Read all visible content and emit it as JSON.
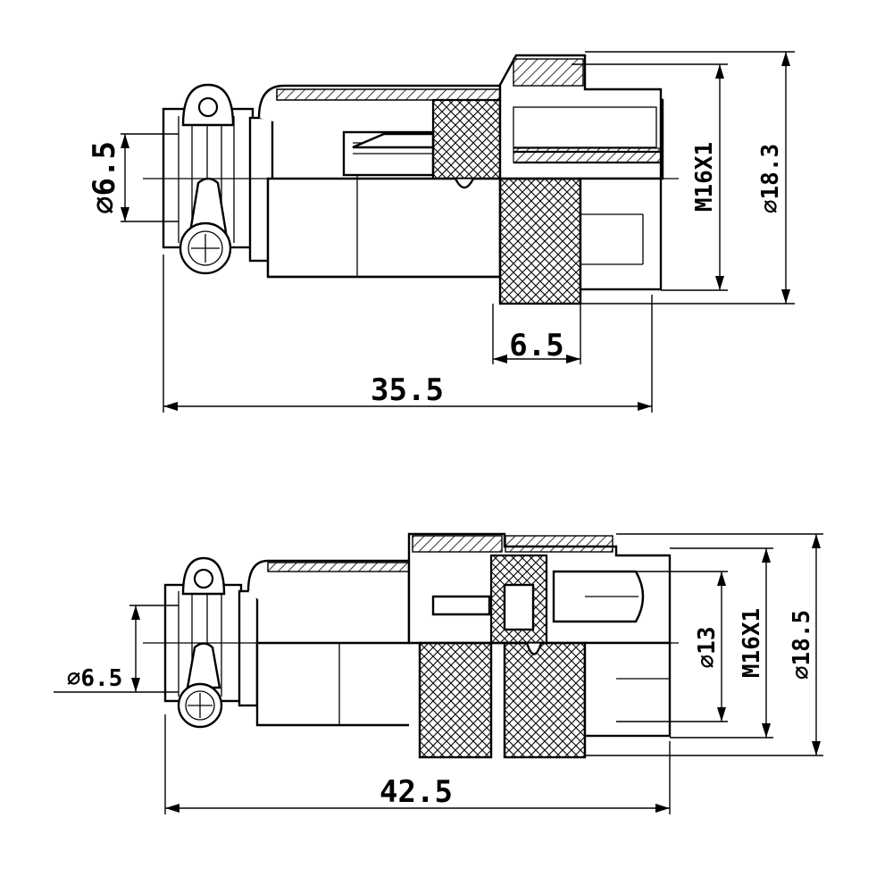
{
  "top_view": {
    "dimensions": {
      "cable_dia": "⌀6.5",
      "thread": "M16X1",
      "outer_dia": "⌀18.3",
      "nut_width": "6.5",
      "overall_length": "35.5"
    }
  },
  "bottom_view": {
    "dimensions": {
      "cable_dia": "⌀6.5",
      "inner_dia": "⌀13",
      "thread": "M16X1",
      "outer_dia": "⌀18.5",
      "overall_length": "42.5"
    }
  }
}
